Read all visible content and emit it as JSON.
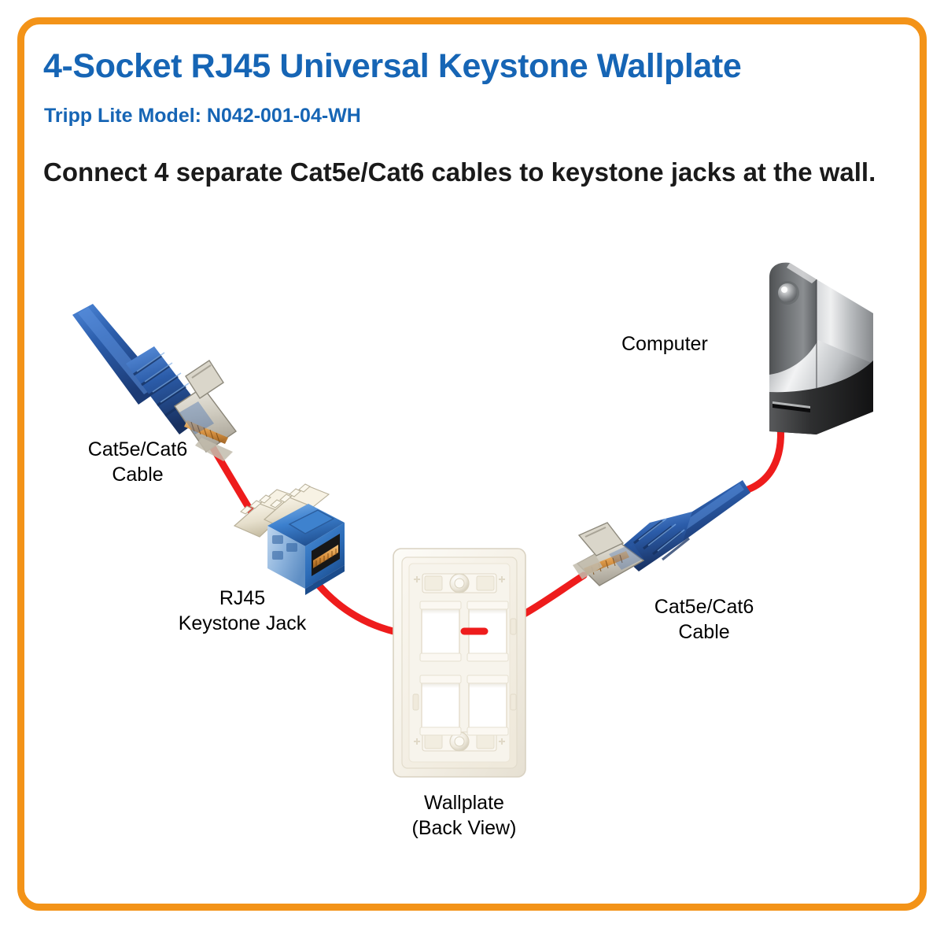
{
  "page": {
    "title": "4-Socket RJ45 Universal Keystone Wallplate",
    "model": "Tripp Lite Model: N042-001-04-WH",
    "subhead": "Connect 4 separate Cat5e/Cat6 cables\nto keystone jacks at the wall."
  },
  "colors": {
    "frame_border": "#F39318",
    "heading_blue": "#1665B5",
    "body_text": "#1a1a1a",
    "connection_line": "#EE1C1C",
    "cable_blue_dark": "#1E3F80",
    "cable_blue_mid": "#2D5FAE",
    "cable_blue_light": "#4A82D2",
    "jack_blue": "#2F73C4",
    "jack_punchdown": "#EFE9DA",
    "wallplate_white": "#F6F3EC",
    "tower_silver": "#C9CACC",
    "tower_dark": "#2B2B2B",
    "background": "#FFFFFF"
  },
  "labels": {
    "left_cable": "Cat5e/Cat6\nCable",
    "keystone_jack": "RJ45\nKeystone Jack",
    "wallplate": "Wallplate\n(Back View)",
    "right_cable": "Cat5e/Cat6\nCable",
    "computer": "Computer"
  },
  "diagram": {
    "type": "connection-diagram",
    "components": [
      {
        "id": "left-cable",
        "name": "Cat5e/Cat6 Cable",
        "kind": "ethernet-patch-cable",
        "color": "blue",
        "position": "upper-left"
      },
      {
        "id": "keystone-jack",
        "name": "RJ45 Keystone Jack",
        "kind": "keystone-jack",
        "color": "blue",
        "position": "mid-left"
      },
      {
        "id": "wallplate",
        "name": "Wallplate (Back View)",
        "kind": "4-socket-wallplate",
        "color": "white",
        "position": "center",
        "socket_count": 4
      },
      {
        "id": "right-cable",
        "name": "Cat5e/Cat6 Cable",
        "kind": "ethernet-patch-cable",
        "color": "blue",
        "position": "mid-right"
      },
      {
        "id": "computer",
        "name": "Computer",
        "kind": "desktop-tower",
        "color": "silver-black",
        "position": "upper-right"
      }
    ],
    "connections": [
      {
        "from": "left-cable",
        "to": "keystone-jack",
        "color": "#EE1C1C"
      },
      {
        "from": "keystone-jack",
        "to": "wallplate",
        "color": "#EE1C1C"
      },
      {
        "from": "wallplate",
        "to": "right-cable",
        "color": "#EE1C1C"
      },
      {
        "from": "right-cable",
        "to": "computer",
        "color": "#EE1C1C"
      }
    ]
  }
}
